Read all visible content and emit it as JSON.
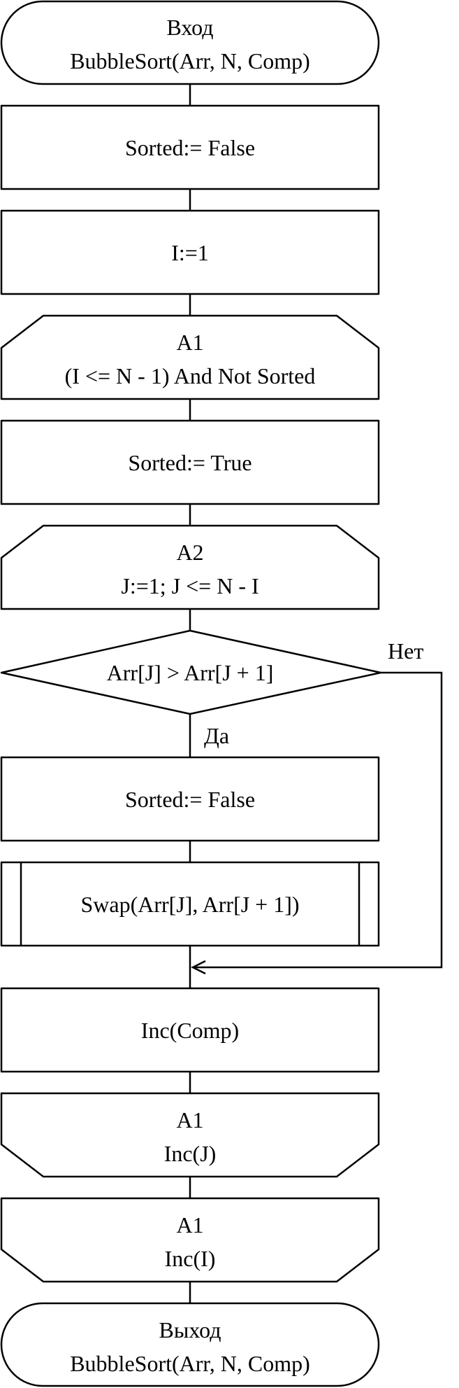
{
  "flowchart": {
    "start": {
      "line1": "Вход",
      "line2": "BubbleSort(Arr, N, Comp)"
    },
    "set_sorted_false_1": "Sorted:= False",
    "init_i": "I:=1",
    "loop_a1_start": {
      "label": "A1",
      "condition": "(I <= N - 1) And Not Sorted"
    },
    "set_sorted_true": "Sorted:= True",
    "loop_a2_start": {
      "label": "A2",
      "condition": "J:=1; J <= N - I"
    },
    "decision": {
      "condition": "Arr[J] > Arr[J + 1]",
      "yes": "Да",
      "no": "Нет"
    },
    "set_sorted_false_2": "Sorted:= False",
    "swap": "Swap(Arr[J], Arr[J + 1])",
    "inc_comp": "Inc(Comp)",
    "loop_a1_end_j": {
      "label": "A1",
      "action": "Inc(J)"
    },
    "loop_a1_end_i": {
      "label": "A1",
      "action": "Inc(I)"
    },
    "end": {
      "line1": "Выход",
      "line2": "BubbleSort(Arr, N, Comp)"
    }
  }
}
